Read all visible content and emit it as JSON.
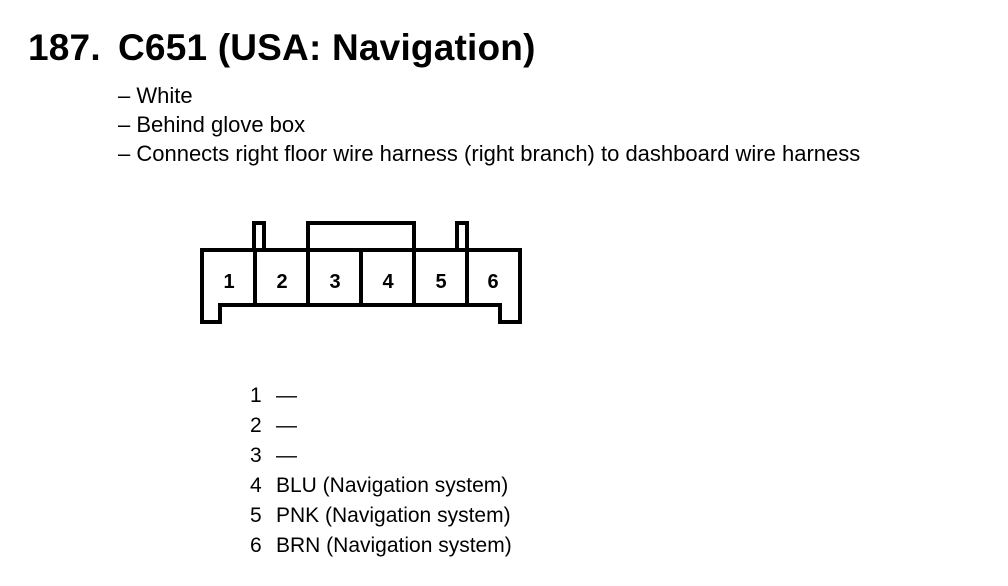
{
  "header": {
    "number": "187.",
    "title": "C651 (USA: Navigation)"
  },
  "details": [
    "– White",
    "– Behind glove box",
    "– Connects right floor wire harness (right branch) to dashboard wire harness"
  ],
  "connector": {
    "pins": [
      "1",
      "2",
      "3",
      "4",
      "5",
      "6"
    ]
  },
  "pin_list": [
    {
      "num": "1",
      "desc": "—"
    },
    {
      "num": "2",
      "desc": "—"
    },
    {
      "num": "3",
      "desc": "—"
    },
    {
      "num": "4",
      "desc": "BLU (Navigation system)"
    },
    {
      "num": "5",
      "desc": "PNK (Navigation system)"
    },
    {
      "num": "6",
      "desc": "BRN (Navigation system)"
    }
  ]
}
